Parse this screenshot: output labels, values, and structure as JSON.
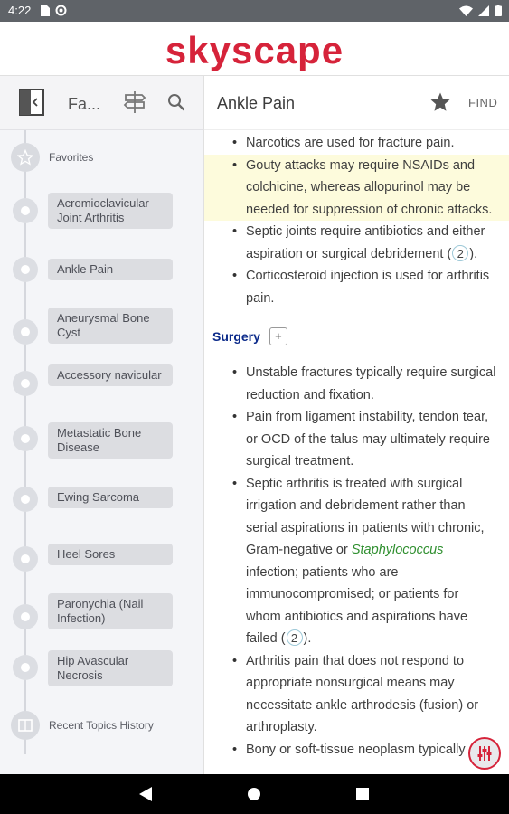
{
  "status": {
    "time": "4:22"
  },
  "app": {
    "brand": "skyscape"
  },
  "side_toolbar": {
    "title": "Fa..."
  },
  "main_toolbar": {
    "title": "Ankle Pain",
    "find_label": "FIND"
  },
  "sidebar": {
    "favorites_label": "Favorites",
    "items": [
      {
        "label": "Acromioclavicular Joint Arthritis"
      },
      {
        "label": "Ankle Pain"
      },
      {
        "label": "Aneurysmal Bone Cyst"
      },
      {
        "label": "Accessory navicular"
      },
      {
        "label": "Metastatic Bone Disease"
      },
      {
        "label": "Ewing Sarcoma"
      },
      {
        "label": "Heel Sores"
      },
      {
        "label": "Paronychia (Nail Infection)"
      },
      {
        "label": "Hip Avascular Necrosis"
      }
    ],
    "history_label": "Recent Topics History"
  },
  "content": {
    "b1": "Narcotics are used for fracture pain.",
    "b2": "Gouty attacks may require NSAIDs and colchicine, whereas allopurinol may be needed for suppression of chronic attacks.",
    "b3": "Septic joints require antibiotics and either aspiration or surgical debridement (",
    "b3_ref": "2",
    "b3_end": ").",
    "b4": "Corticosteroid injection is used for arthritis pain.",
    "surgery_heading": "Surgery",
    "plus": "+",
    "s1": "Unstable fractures typically require surgical reduction and fixation.",
    "s2": "Pain from ligament instability, tendon tear, or OCD of the talus may ultimately require surgical treatment.",
    "s3a": "Septic arthritis is treated with surgical irrigation and debridement rather than serial aspirations in patients with chronic, Gram-negative or ",
    "s3_italic": "Staphylococcus",
    "s3b": " infection; patients who are immunocompromised; or patients for whom antibiotics and aspirations have failed (",
    "s3_ref": "2",
    "s3_end": ").",
    "s4": "Arthritis pain that does not respond to appropriate nonsurgical means may necessitate ankle arthrodesis (fusion) or arthroplasty.",
    "s5": "Bony or soft-tissue neoplasm typically"
  }
}
